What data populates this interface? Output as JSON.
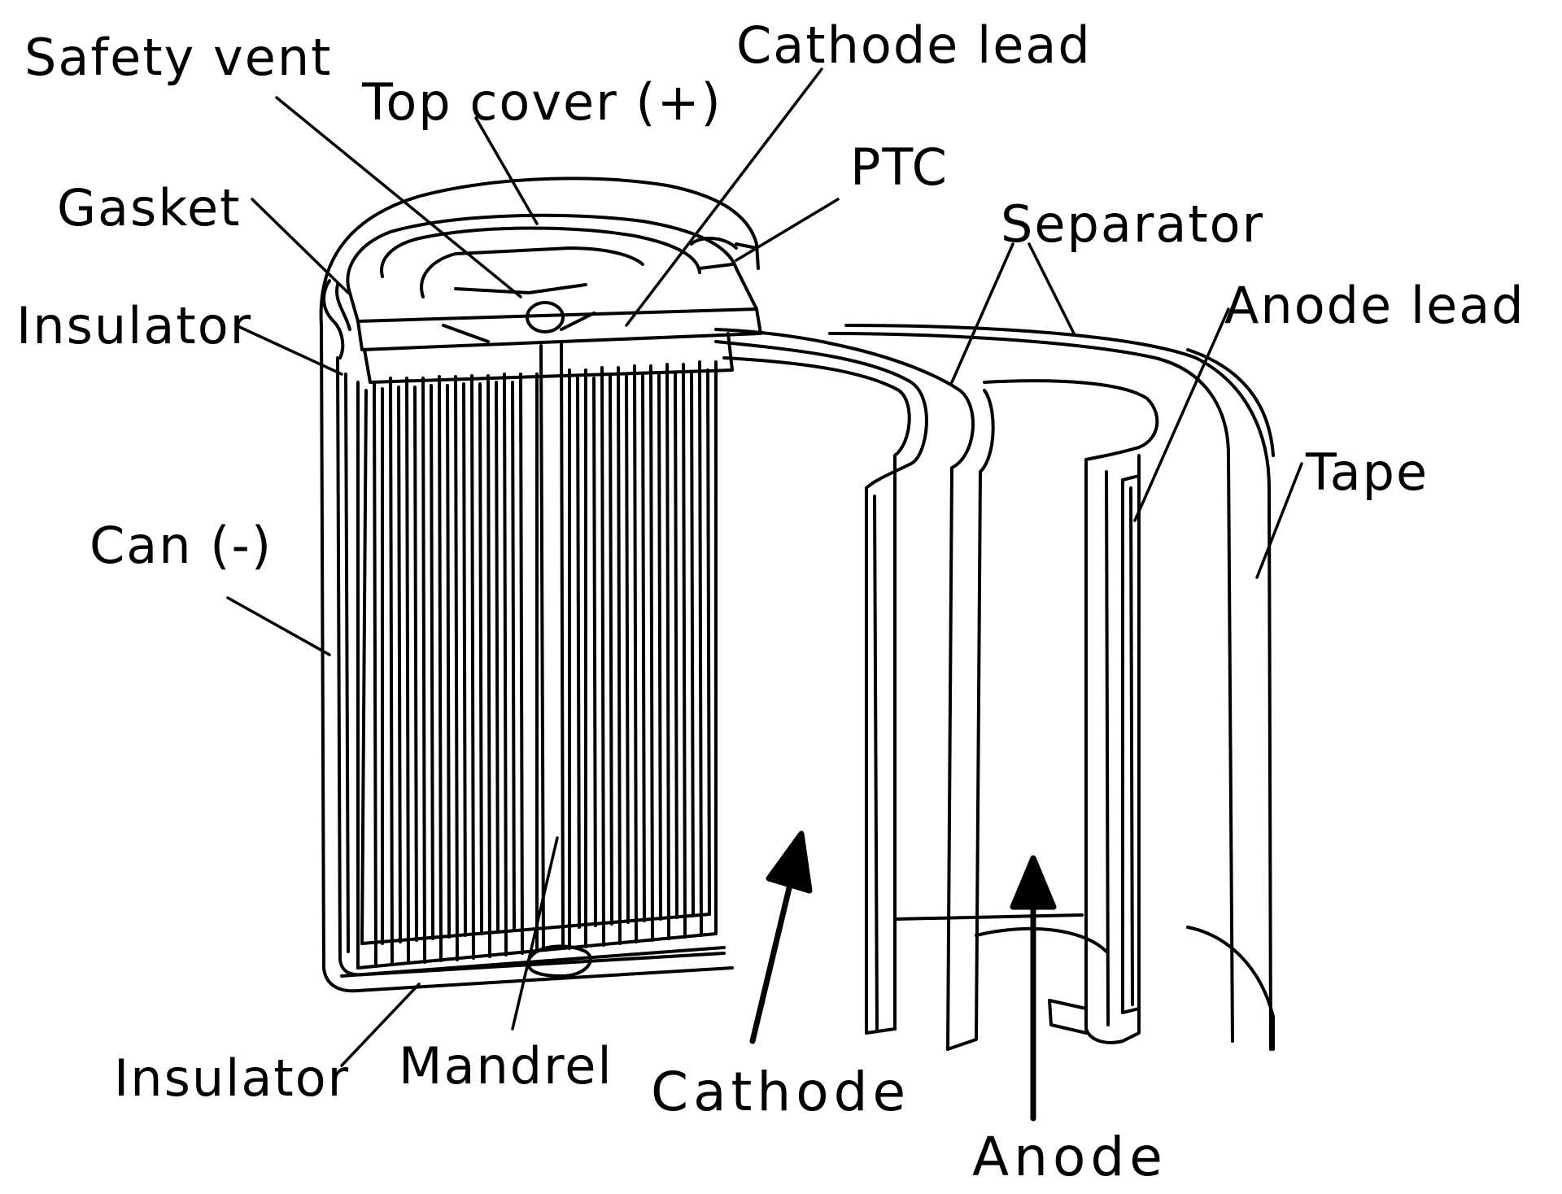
{
  "labels": {
    "safety_vent": "Safety vent",
    "top_cover": "Top cover (+)",
    "cathode_lead": "Cathode lead",
    "ptc": "PTC",
    "gasket": "Gasket",
    "separator": "Separator",
    "anode_lead": "Anode lead",
    "insulator_top": "Insulator",
    "tape": "Tape",
    "can": "Can (-)",
    "insulator_bottom": "Insulator",
    "mandrel": "Mandrel",
    "cathode": "Cathode",
    "anode": "Anode"
  },
  "colors": {
    "ink": "#000000",
    "paper": "#ffffff"
  }
}
